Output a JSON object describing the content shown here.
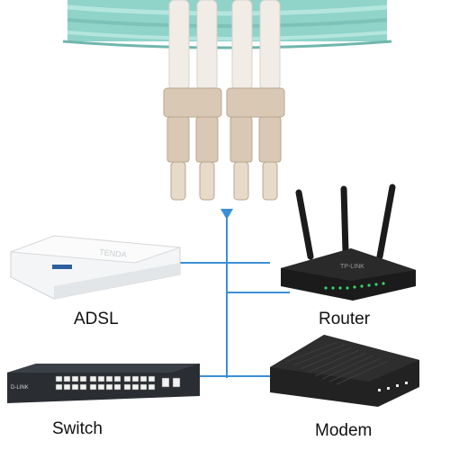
{
  "devices": {
    "adsl": {
      "label": "ADSL",
      "brand_text": "TENDA"
    },
    "router": {
      "label": "Router",
      "brand_text": "TP-LINK"
    },
    "switch": {
      "label": "Switch",
      "brand_text": "D-LINK"
    },
    "modem": {
      "label": "Modem"
    }
  },
  "colors": {
    "cable": "#8fd3c9",
    "connector": "#d9c9b4",
    "connector_shadow": "#b9a78f",
    "boot": "#f1ece6",
    "line": "#3a8fd6",
    "router_body": "#1b1b1b",
    "router_led": "#39d46a",
    "switch_body": "#2a2e33",
    "modem_body": "#222222",
    "adsl_body": "#f4f5f6"
  },
  "icons": [
    "lc-duplex-connector-icon",
    "arrow-down-icon"
  ]
}
